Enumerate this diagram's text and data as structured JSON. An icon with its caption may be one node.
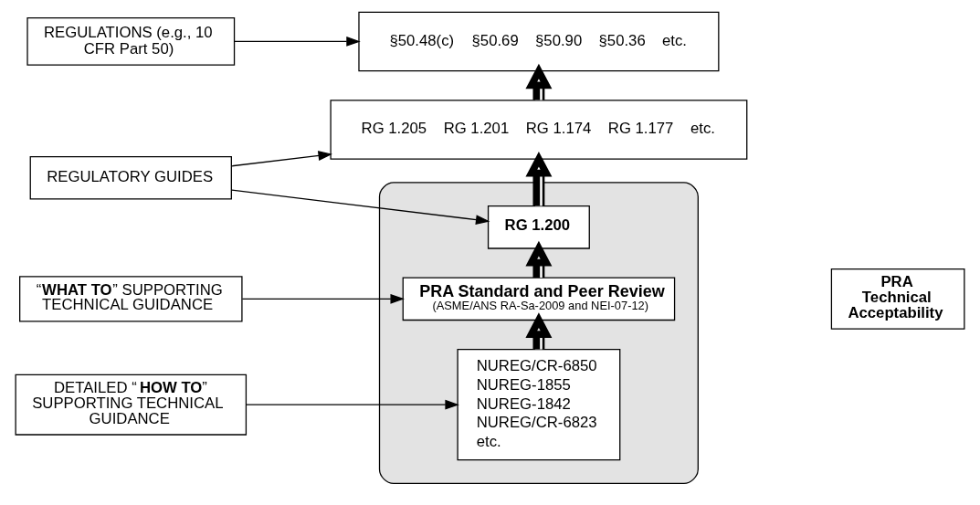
{
  "diagram": {
    "nodes": [
      {
        "text": [
          "REGULATIONS (e.g., 10 CFR Part 50)"
        ]
      },
      {
        "text": [
          "§50.48(c)",
          "§50.69",
          "§50.90",
          "§50.36",
          "etc."
        ]
      },
      {
        "text": [
          "RG 1.205",
          "RG 1.201",
          "RG 1.174",
          "RG 1.177",
          "etc."
        ]
      },
      {
        "text": [
          "REGULATORY GUIDES"
        ]
      },
      {
        "text": [],
        "shape": "box"
      },
      {
        "text": [
          "RG 1.200"
        ],
        "in": 4
      },
      {
        "text": [
          "PRA Standard and Peer Review",
          "(ASME/ANS RA-Sa-2009 and NEI-07-12)"
        ],
        "in": 4
      },
      {
        "text": [
          "“**WHAT TO**” SUPPORTING TECHNICAL GUIDANCE"
        ]
      },
      {
        "text": [
          "NUREG/CR-6850",
          "NUREG-1855",
          "NUREG-1842",
          "NUREG/CR-6823",
          "etc."
        ],
        "in": 4
      },
      {
        "text": [
          "DETAILED “**HOW TO**” SUPPORTING TECHNICAL GUIDANCE"
        ]
      },
      {
        "text": [
          "PRA Technical Acceptability"
        ]
      }
    ],
    "edges": [
      {
        "from": 0,
        "to": 1,
        "arrow": "to"
      },
      {
        "from": 2,
        "to": 1,
        "arrow": "to",
        "style": "thick"
      },
      {
        "from": 3,
        "to": 2,
        "arrow": "to"
      },
      {
        "from": 3,
        "to": 5,
        "arrow": "to"
      },
      {
        "from": 5,
        "to": 2,
        "arrow": "to",
        "style": "thick"
      },
      {
        "from": 6,
        "to": 5,
        "arrow": "to",
        "style": "thick"
      },
      {
        "from": 7,
        "to": 6,
        "arrow": "to"
      },
      {
        "from": 8,
        "to": 6,
        "arrow": "to",
        "style": "thick"
      },
      {
        "from": 9,
        "to": 8,
        "arrow": "to"
      }
    ]
  }
}
